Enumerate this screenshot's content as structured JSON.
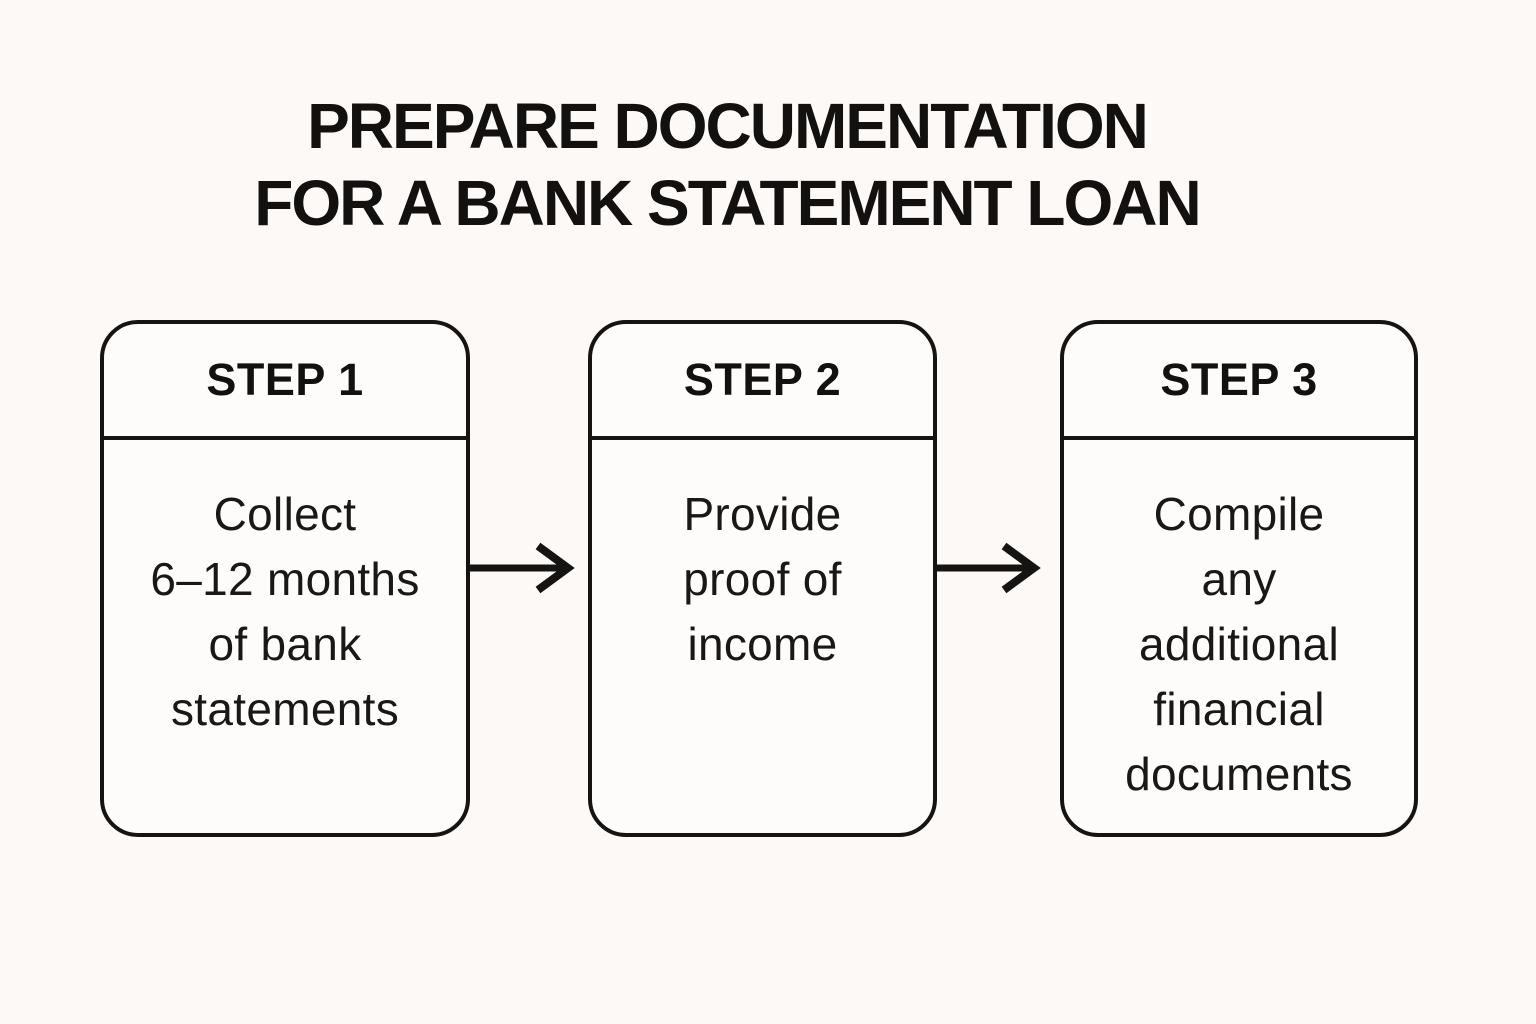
{
  "title": {
    "line1": "PREPARE DOCUMENTATION",
    "line2": "FOR A BANK STATEMENT LOAN"
  },
  "steps": [
    {
      "header": "STEP 1",
      "body": [
        "Collect",
        "6–12 months",
        "of bank",
        "statements"
      ]
    },
    {
      "header": "STEP 2",
      "body": [
        "Provide",
        "proof of",
        "income"
      ]
    },
    {
      "header": "STEP 3",
      "body": [
        "Compile",
        "any",
        "additional",
        "financial",
        "documents"
      ]
    }
  ],
  "icons": {
    "arrow1": "arrow-right-icon",
    "arrow2": "arrow-right-icon"
  },
  "colors": {
    "background": "#fdf9f7",
    "box_fill": "#fefcfb",
    "ink": "#161412"
  }
}
